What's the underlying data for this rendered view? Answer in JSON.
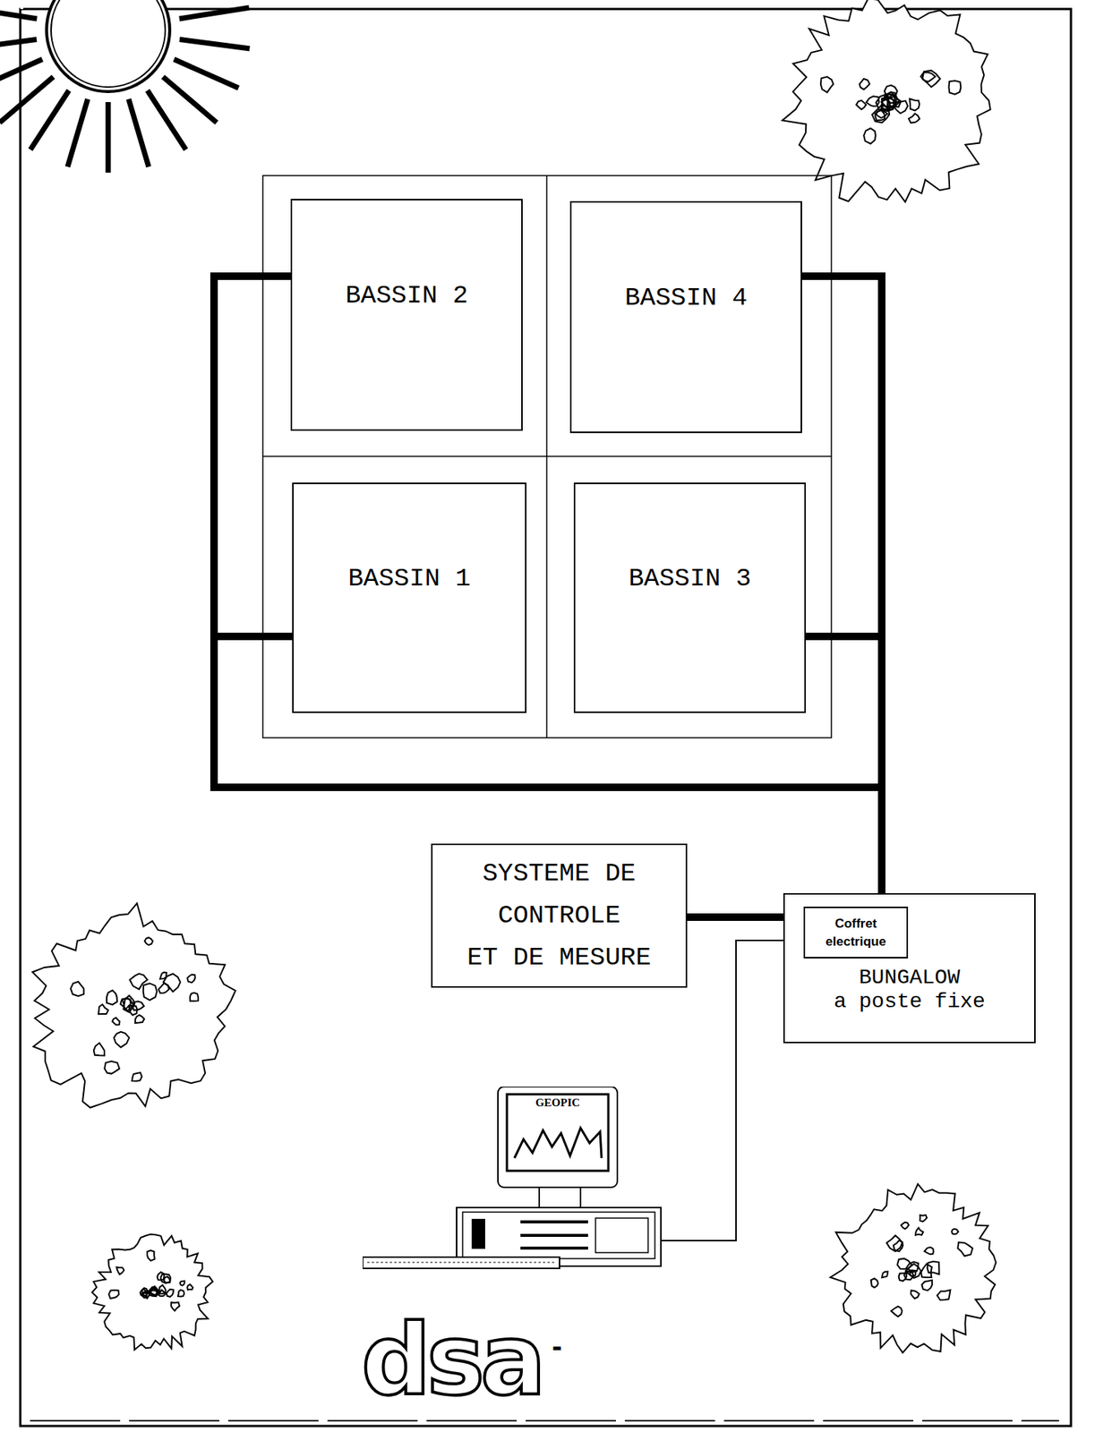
{
  "diagram": {
    "nodes": [
      {
        "text": [
          "BASSIN 2"
        ]
      },
      {
        "text": [
          "BASSIN 4"
        ]
      },
      {
        "text": [
          "BASSIN 1"
        ]
      },
      {
        "text": [
          "BASSIN 3"
        ]
      },
      {
        "text": [
          "SYSTEME DE CONTROLE ET DE MESURE"
        ]
      },
      {
        "text": [
          "BUNGALOW a poste fixe"
        ]
      },
      {
        "text": [
          "Coffret electrique"
        ],
        "in": 5
      },
      {
        "text": [
          "GEOPIC"
        ]
      }
    ],
    "edges": [
      {
        "from": 0,
        "to": 6,
        "arrow": "none"
      },
      {
        "from": 1,
        "to": 6,
        "arrow": "none"
      },
      {
        "from": 2,
        "to": 6,
        "arrow": "none"
      },
      {
        "from": 3,
        "to": 6,
        "arrow": "none"
      },
      {
        "from": 4,
        "to": 6,
        "arrow": "none"
      },
      {
        "from": 7,
        "to": 6,
        "arrow": "none"
      }
    ],
    "labels": [
      "dsa",
      "-"
    ]
  }
}
